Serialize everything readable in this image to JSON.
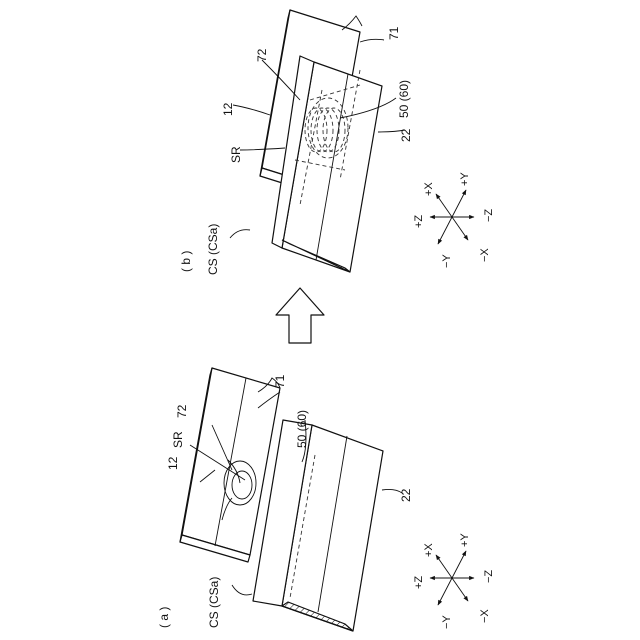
{
  "panel_a": {
    "caption": "( a )",
    "cs_label": "CS (CSa)",
    "labels": {
      "part_12": "12",
      "part_71": "71",
      "part_72": "72",
      "sr": "SR",
      "coil": "50 (60)",
      "part_22": "22"
    }
  },
  "panel_b": {
    "caption": "( b )",
    "cs_label": "CS (CSa)",
    "labels": {
      "part_12": "12",
      "part_71": "71",
      "part_72": "72",
      "sr": "SR",
      "coil": "50 (60)",
      "part_22": "22"
    }
  },
  "axes": {
    "px": "+X",
    "nx": "−X",
    "py": "+Y",
    "ny": "−Y",
    "pz": "+Z",
    "nz": "−Z"
  },
  "arrow_icon": "block-up-arrow"
}
